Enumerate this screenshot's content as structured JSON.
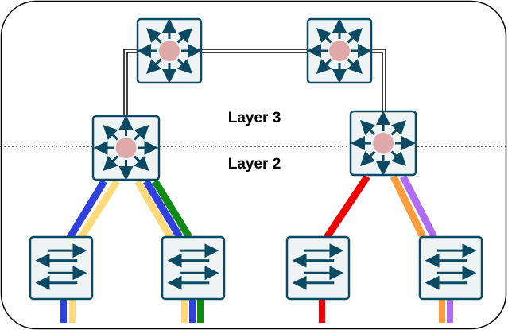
{
  "labels": {
    "layer3": "Layer 3",
    "layer2": "Layer 2"
  },
  "colors": {
    "device_fill": "#eef3f4",
    "device_stroke": "#0b4a62",
    "router_core": "#e0a9a9",
    "blue": "#2f3fe0",
    "yellow": "#ffd97a",
    "green": "#0f8a12",
    "red": "#f00000",
    "orange": "#ff9c3a",
    "purple": "#b06cf5"
  },
  "devices": {
    "core": [
      {
        "id": "core-left",
        "icon": "layer3-switch-icon"
      },
      {
        "id": "core-right",
        "icon": "layer3-switch-icon"
      }
    ],
    "distribution": [
      {
        "id": "dist-left",
        "icon": "layer3-switch-icon"
      },
      {
        "id": "dist-right",
        "icon": "layer3-switch-icon"
      }
    ],
    "access": [
      {
        "id": "access-1",
        "icon": "layer2-switch-icon"
      },
      {
        "id": "access-2",
        "icon": "layer2-switch-icon"
      },
      {
        "id": "access-3",
        "icon": "layer2-switch-icon"
      },
      {
        "id": "access-4",
        "icon": "layer2-switch-icon"
      }
    ]
  },
  "links": {
    "dist-left_access-1": [
      "blue",
      "yellow"
    ],
    "dist-left_access-2": [
      "yellow",
      "blue",
      "green"
    ],
    "dist-right_access-3": [
      "red"
    ],
    "dist-right_access-4": [
      "orange",
      "purple"
    ]
  }
}
